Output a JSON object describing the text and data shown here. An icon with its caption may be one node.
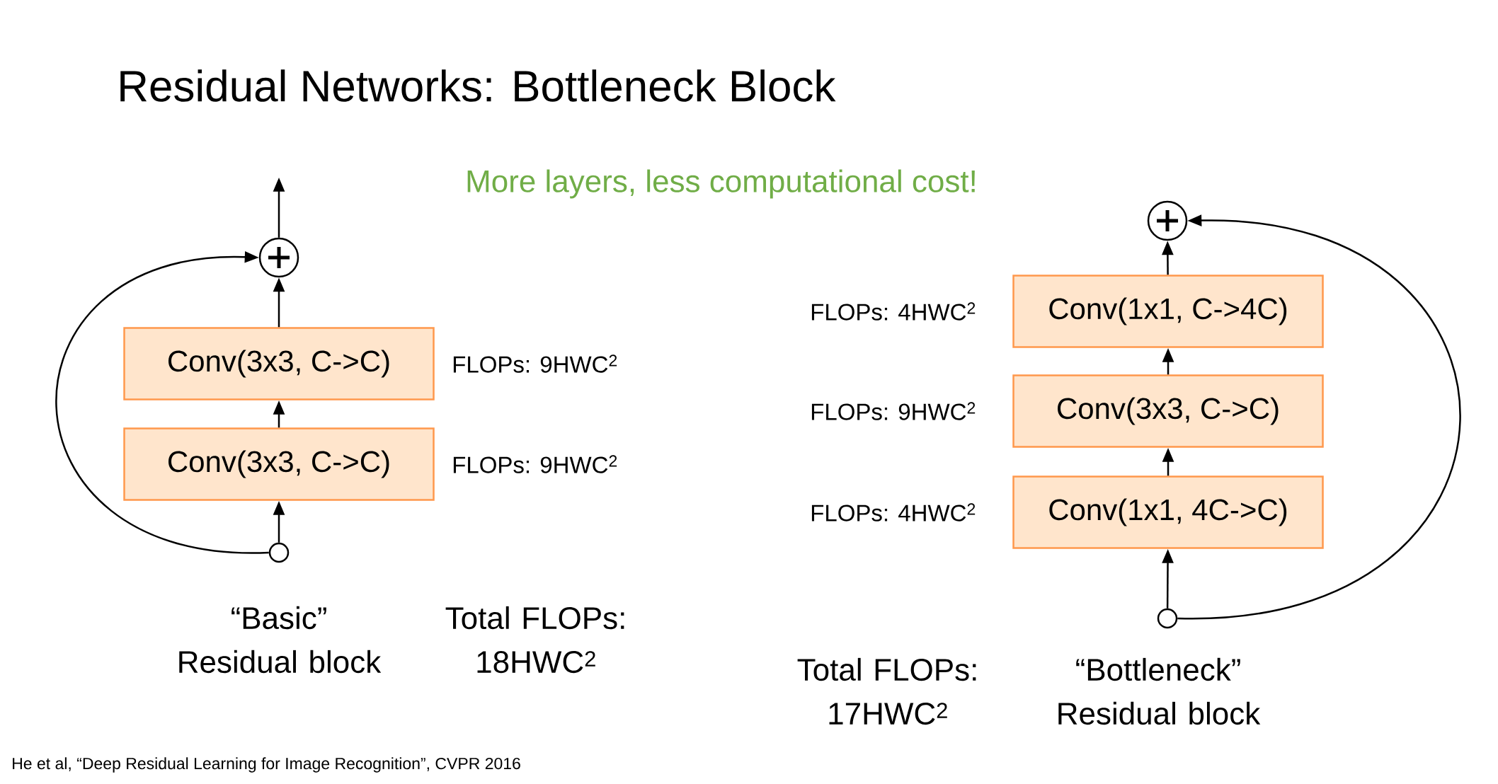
{
  "diagram": {
    "title": "Residual Networks: Bottleneck Block",
    "caption": "He et al, “Deep Residual Learning for Image Recognition”, CVPR 2016",
    "nodes": [
      {
        "text": [],
        "shape": "circle"
      },
      {
        "text": [
          "Conv(3x3, C->C)"
        ],
        "beside": [
          "FLOPs: 9HWC$^{2}$"
        ]
      },
      {
        "text": [
          "Conv(3x3, C->C)"
        ],
        "beside": [
          "FLOPs: 9HWC$^{2}$"
        ]
      },
      {
        "text": [],
        "shape": "circle"
      },
      {
        "text": [],
        "shape": "circle"
      },
      {
        "text": [
          "Conv(1x1, C->4C)"
        ],
        "beside": [
          "FLOPs: 4HWC$^{2}$"
        ]
      },
      {
        "text": [
          "Conv(3x3, C->C)"
        ],
        "beside": [
          "FLOPs: 9HWC$^{2}$"
        ]
      },
      {
        "text": [
          "Conv(1x1, 4C->C)"
        ],
        "beside": [
          "FLOPs: 4HWC$^{2}$"
        ]
      },
      {
        "text": [],
        "shape": "circle"
      }
    ],
    "edges": [
      {
        "from": 3,
        "to": 2,
        "arrow": "to"
      },
      {
        "from": 2,
        "to": 1,
        "arrow": "to"
      },
      {
        "from": 1,
        "to": 0,
        "arrow": "to"
      },
      {
        "from": 3,
        "to": 0,
        "arrow": "to"
      },
      {
        "from": 0,
        "to": null,
        "arrow": "to"
      },
      {
        "from": 8,
        "to": 7,
        "arrow": "to"
      },
      {
        "from": 7,
        "to": 6,
        "arrow": "to"
      },
      {
        "from": 6,
        "to": 5,
        "arrow": "to"
      },
      {
        "from": 5,
        "to": 4,
        "arrow": "to"
      },
      {
        "from": 8,
        "to": 4,
        "arrow": "to"
      }
    ],
    "labels": [
      "More layers, less computational cost!",
      "“Basic” Residual block",
      "Total FLOPs: 18HWC$^{2}$",
      "Total FLOPs: 17HWC$^{2}$",
      "“Bottleneck” Residual block"
    ]
  }
}
